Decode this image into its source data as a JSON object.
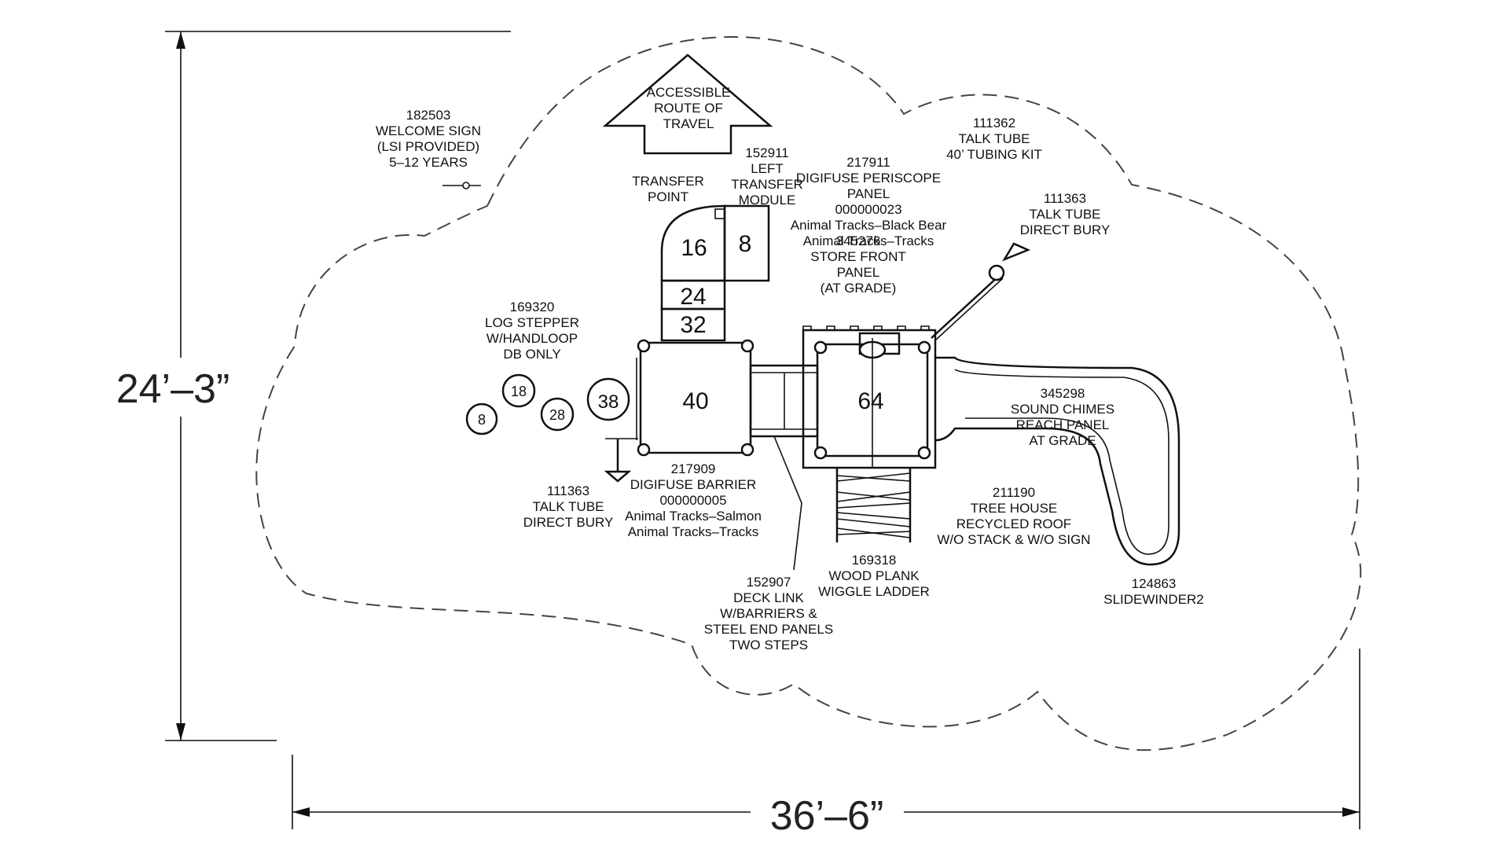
{
  "dimensions": {
    "height_label": "24’–3”",
    "width_label": "36’–6”"
  },
  "accessible_route": {
    "lines": [
      "ACCESSIBLE",
      "ROUTE OF",
      "TRAVEL"
    ]
  },
  "deck_numbers": {
    "transfer_top": "16",
    "transfer_step": "8",
    "step_24": "24",
    "step_32": "32",
    "deck_40": "40",
    "deck_64": "64",
    "stepper_38": "38",
    "stepper_28": "28",
    "stepper_18": "18",
    "stepper_8": "8"
  },
  "labels": {
    "welcome_sign": [
      "182503",
      "WELCOME SIGN",
      "(LSI PROVIDED)",
      "5–12 YEARS"
    ],
    "transfer_point": [
      "TRANSFER",
      "POINT"
    ],
    "left_transfer": [
      "152911",
      "LEFT",
      "TRANSFER",
      "MODULE"
    ],
    "periscope": [
      "217911",
      "DIGIFUSE PERISCOPE",
      "PANEL",
      "000000023",
      "Animal Tracks–Black Bear",
      "Animal Tracks–Tracks"
    ],
    "store_front": [
      "345276",
      "STORE FRONT",
      "PANEL",
      "(AT GRADE)"
    ],
    "talk_tube_top": [
      "111362",
      "TALK TUBE",
      "40’ TUBING KIT"
    ],
    "talk_tube_right": [
      "111363",
      "TALK TUBE",
      "DIRECT BURY"
    ],
    "log_stepper": [
      "169320",
      "LOG STEPPER",
      "W/HANDLOOP",
      "DB ONLY"
    ],
    "sound_chimes": [
      "345298",
      "SOUND CHIMES",
      "REACH PANEL",
      "AT GRADE"
    ],
    "barrier": [
      "217909",
      "DIGIFUSE BARRIER",
      "000000005",
      "Animal Tracks–Salmon",
      "Animal Tracks–Tracks"
    ],
    "talk_tube_left": [
      "111363",
      "TALK TUBE",
      "DIRECT BURY"
    ],
    "tree_house": [
      "211190",
      "TREE HOUSE",
      "RECYCLED ROOF",
      "W/O STACK & W/O SIGN"
    ],
    "wiggle_ladder": [
      "169318",
      "WOOD PLANK",
      "WIGGLE LADDER"
    ],
    "deck_link": [
      "152907",
      "DECK LINK",
      "W/BARRIERS &",
      "STEEL END PANELS",
      "TWO STEPS"
    ],
    "slide": [
      "124863",
      "SLIDEWINDER2"
    ]
  }
}
